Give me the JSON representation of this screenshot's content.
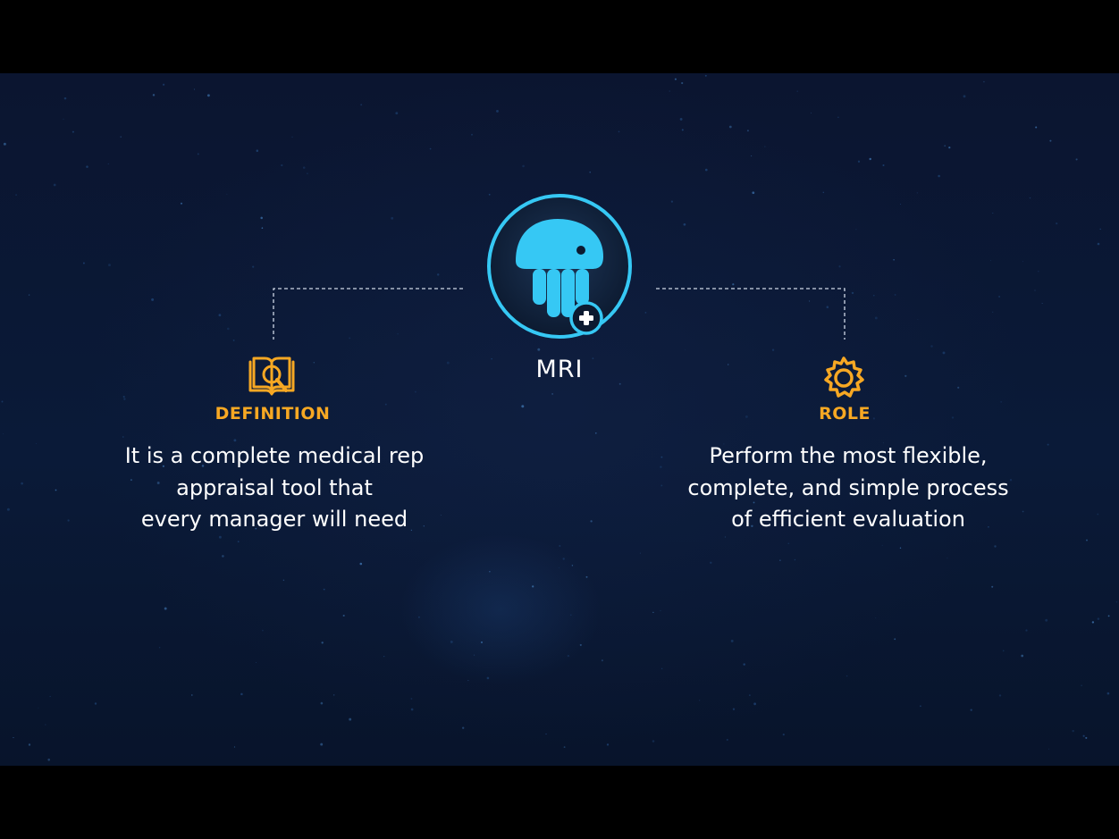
{
  "center": {
    "title": "MRI",
    "logo_icon": "jellyfish-icon",
    "badge_icon": "plus-badge-icon"
  },
  "definition": {
    "label": "DEFINITION",
    "icon": "book-search-icon",
    "lines": [
      "It is a complete medical rep",
      "appraisal tool that",
      "every manager will need"
    ]
  },
  "role": {
    "label": "ROLE",
    "icon": "gear-icon",
    "lines": [
      "Perform the most flexible,",
      "complete, and simple process",
      "of efficient evaluation"
    ]
  },
  "colors": {
    "accent": "#f7a823",
    "logo": "#36c8f4",
    "background": "#0a1a38",
    "text": "#ffffff"
  }
}
